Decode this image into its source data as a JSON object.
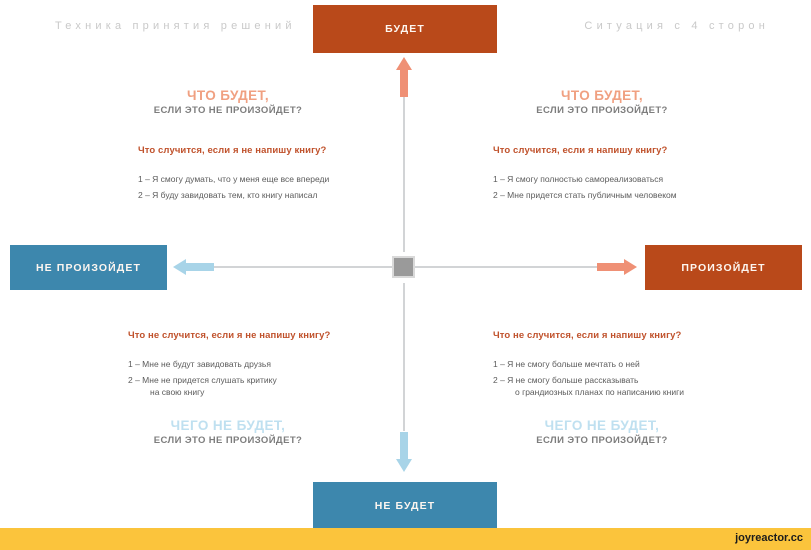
{
  "header": {
    "caption_left": "Техника принятия решений",
    "caption_right": "Ситуация с 4 сторон"
  },
  "nodes": {
    "top": "БУДЕТ",
    "bottom": "НЕ БУДЕТ",
    "left": "НЕ ПРОИЗОЙДЕТ",
    "right": "ПРОИЗОЙДЕТ"
  },
  "quadrants": {
    "top_left": {
      "title": "ЧТО БУДЕТ,",
      "subtitle": "ЕСЛИ ЭТО НЕ ПРОИЗОЙДЕТ?",
      "question": "Что случится, если я не напишу книгу?",
      "items": [
        "1 – Я смогу думать, что у меня еще все впереди",
        "2 – Я буду завидовать тем, кто книгу написал"
      ],
      "items_cont": [
        "",
        ""
      ]
    },
    "top_right": {
      "title": "ЧТО БУДЕТ,",
      "subtitle": "ЕСЛИ ЭТО ПРОИЗОЙДЕТ?",
      "question": "Что случится, если я напишу книгу?",
      "items": [
        "1 – Я смогу полностью самореализоваться",
        "2 – Мне придется стать публичным человеком"
      ],
      "items_cont": [
        "",
        ""
      ]
    },
    "bottom_left": {
      "title": "ЧЕГО НЕ БУДЕТ,",
      "subtitle": "ЕСЛИ ЭТО НЕ ПРОИЗОЙДЕТ?",
      "question": "Что не случится, если я не напишу книгу?",
      "items": [
        "1 – Мне не будут завидовать друзья",
        "2 – Мне не придется слушать критику"
      ],
      "items_cont": [
        "",
        "на свою книгу"
      ]
    },
    "bottom_right": {
      "title": "ЧЕГО НЕ БУДЕТ,",
      "subtitle": "ЕСЛИ ЭТО ПРОИЗОЙДЕТ?",
      "question": "Что не случится, если я напишу книгу?",
      "items": [
        "1 – Я не смогу больше мечтать о ней",
        "2 – Я не смогу больше рассказывать"
      ],
      "items_cont": [
        "",
        "о грандиозных планах по написанию книги"
      ]
    }
  },
  "footer": {
    "watermark": "joyreactor.cc"
  },
  "colors": {
    "orange_box": "#b9491a",
    "blue_box": "#3d87ad",
    "arrow_salmon": "#ef9075",
    "arrow_light_blue": "#a8d4e8",
    "axis_gray": "#d2d4d6",
    "center_node": "#9a9a9a",
    "title_orange": "#f0a081",
    "title_blue": "#bfe0f0",
    "question_red": "#c0522c",
    "footer_yellow": "#fbc43c"
  }
}
